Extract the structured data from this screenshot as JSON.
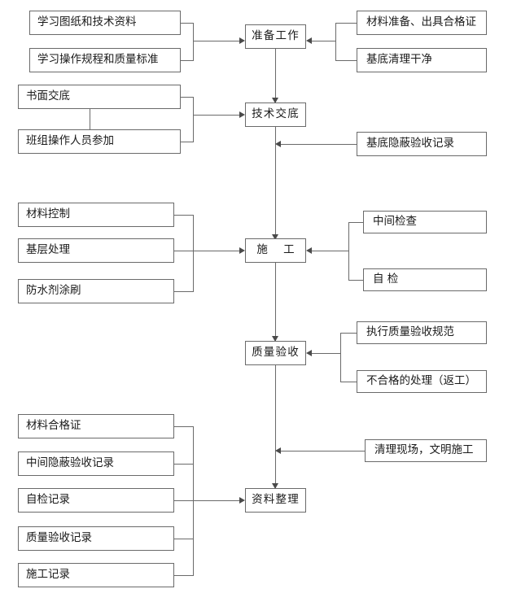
{
  "diagram": {
    "type": "flowchart",
    "orientation": "top-to-bottom",
    "title": "",
    "stages": [
      {
        "id": "prep",
        "label": "准备工作",
        "inputs_left": [
          "学习图纸和技术资料",
          "学习操作规程和质量标准"
        ],
        "inputs_right": [
          "材料准备、出具合格证",
          "基底清理干净"
        ]
      },
      {
        "id": "tech-brief",
        "label": "技术交底",
        "inputs_left": [
          "书面交底",
          "班组操作人员参加"
        ],
        "inputs_right": [
          "基底隐蔽验收记录"
        ]
      },
      {
        "id": "construction",
        "label": "施 工",
        "inputs_left": [
          "材料控制",
          "基层处理",
          "防水剂涂刷"
        ],
        "inputs_right": [
          "中间检查",
          "自  检"
        ]
      },
      {
        "id": "quality-acceptance",
        "label": "质量验收",
        "inputs_left": [],
        "inputs_right": [
          "执行质量验收规范",
          "不合格的处理（返工）"
        ]
      },
      {
        "id": "data-filing",
        "label": "资料整理",
        "inputs_left": [
          "材料合格证",
          "中间隐蔽验收记录",
          "自检记录",
          "质量验收记录",
          "施工记录"
        ],
        "inputs_right": [
          "清理现场，文明施工"
        ]
      }
    ],
    "nodes": {
      "l1": "学习图纸和技术资料",
      "l2": "学习操作规程和质量标准",
      "l3": "书面交底",
      "l4": "班组操作人员参加",
      "l5": "材料控制",
      "l6": "基层处理",
      "l7": "防水剂涂刷",
      "l8": "材料合格证",
      "l9": "中间隐蔽验收记录",
      "l10": "自检记录",
      "l11": "质量验收记录",
      "l12": "施工记录",
      "c1": "准备工作",
      "c2": "技术交底",
      "c3": "施 工",
      "c4": "质量验收",
      "c5": "资料整理",
      "r1": "材料准备、出具合格证",
      "r2": "基底清理干净",
      "r3": "基底隐蔽验收记录",
      "r4": "中间检查",
      "r5": "自  检",
      "r6": "执行质量验收规范",
      "r7": "不合格的处理（返工）",
      "r8": "清理现场，文明施工"
    },
    "colors": {
      "border": "#6a6a6a",
      "text": "#1a1a1a",
      "background": "#ffffff",
      "connector": "#6a6a6a"
    }
  }
}
